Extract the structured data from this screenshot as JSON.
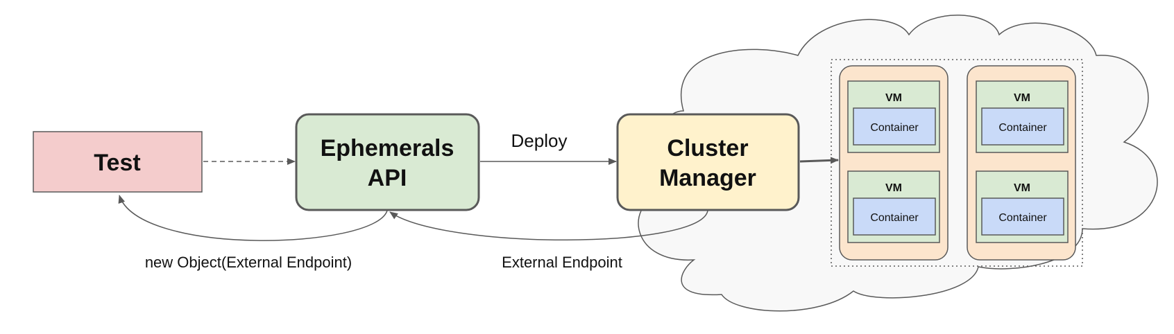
{
  "nodes": {
    "test": "Test",
    "ephemerals_line1": "Ephemerals",
    "ephemerals_line2": "API",
    "cluster_line1": "Cluster",
    "cluster_line2": "Manager"
  },
  "vm_label": "VM",
  "container_label": "Container",
  "edges": {
    "deploy": "Deploy",
    "new_object": "new Object(External Endpoint)",
    "external_endpoint": "External Endpoint"
  },
  "colors": {
    "test_fill": "#f4cccc",
    "ephemerals_fill": "#d9ead3",
    "cluster_fill": "#fff2cc",
    "node_group_fill": "#fce5cd",
    "vm_fill": "#d9ead3",
    "container_fill": "#c9daf8",
    "cloud_fill": "#f8f8f8",
    "stroke": "#595959"
  }
}
